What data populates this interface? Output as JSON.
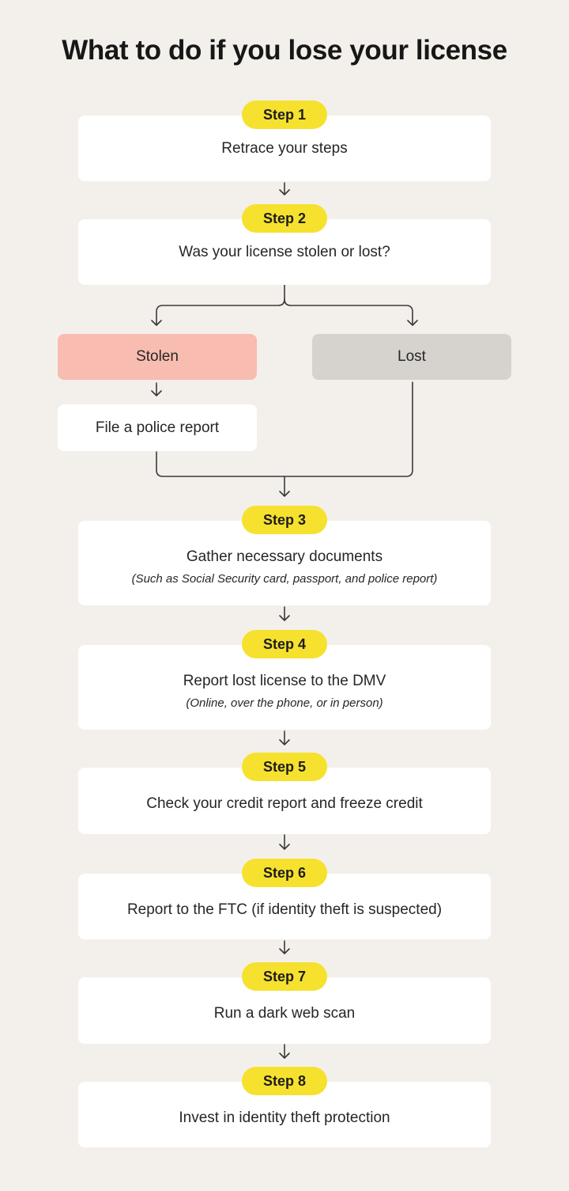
{
  "title": "What to do if you lose your license",
  "steps": [
    {
      "label": "Step 1",
      "text": "Retrace your steps",
      "note": ""
    },
    {
      "label": "Step 2",
      "text": "Was your license stolen or lost?",
      "note": ""
    },
    {
      "label": "Step 3",
      "text": "Gather necessary documents",
      "note": "(Such as Social Security card, passport, and police report)"
    },
    {
      "label": "Step 4",
      "text": "Report lost license to the DMV",
      "note": "(Online, over the phone, or in person)"
    },
    {
      "label": "Step 5",
      "text": "Check your credit report and freeze credit",
      "note": ""
    },
    {
      "label": "Step 6",
      "text": "Report to the FTC (if identity theft is suspected)",
      "note": ""
    },
    {
      "label": "Step 7",
      "text": "Run a dark web scan",
      "note": ""
    },
    {
      "label": "Step 8",
      "text": "Invest in identity theft protection",
      "note": ""
    }
  ],
  "branches": {
    "stolen": "Stolen",
    "lost": "Lost",
    "police_report": "File a police report"
  },
  "colors": {
    "background": "#f3f0eb",
    "step_pill": "#f6e12e",
    "stolen": "#f9bcb0",
    "lost": "#d6d3ce",
    "card": "#ffffff"
  }
}
